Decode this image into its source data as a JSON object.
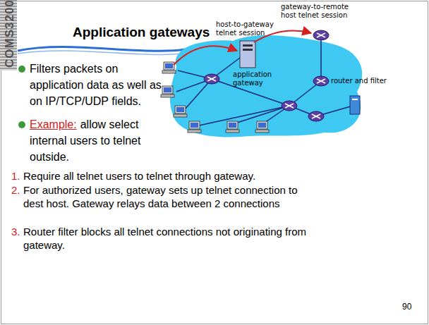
{
  "diagram": {
    "title": "Application gateways",
    "labels": [
      "COMS3200",
      "host-to-gateway telnet session",
      "gateway-to-remote host telnet session",
      "application gateway",
      "router and filter",
      "Filters packets on application data as well as on IP/TCP/UDP fields.",
      "Example:",
      "allow select internal users to telnet outside.",
      "1.",
      "Require all telnet users to telnet through gateway.",
      "2.",
      "For authorized users, gateway sets up telnet connection to dest host. Gateway relays data between 2 connections",
      "3.",
      "Router filter blocks all telnet connections not originating from gateway.",
      "90"
    ]
  }
}
